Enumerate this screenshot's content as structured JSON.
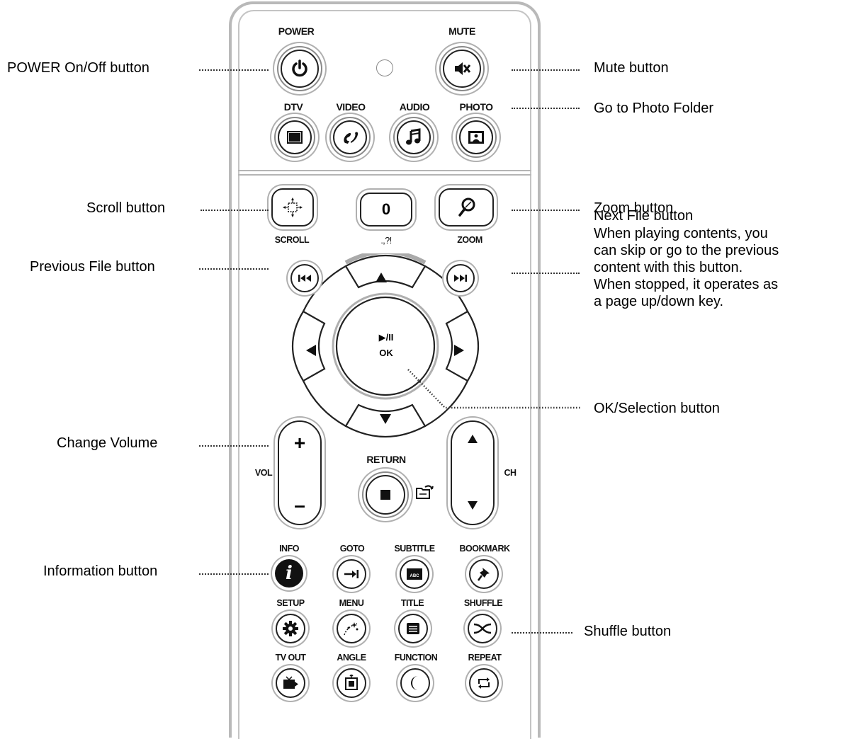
{
  "remote": {
    "power": "POWER",
    "mute": "MUTE",
    "dtv": "DTV",
    "video": "VIDEO",
    "audio": "AUDIO",
    "photo": "PHOTO",
    "scroll": "SCROLL",
    "zero": "0",
    "zero_sub": ".,?!",
    "zoom": "ZOOM",
    "ok_play": "▶/II",
    "ok": "OK",
    "vol": "VOL",
    "ch": "CH",
    "vol_plus": "+",
    "vol_minus": "–",
    "return": "RETURN",
    "info": "INFO",
    "goto": "GOTO",
    "subtitle": "SUBTITLE",
    "bookmark": "BOOKMARK",
    "setup": "SETUP",
    "menu": "MENU",
    "title": "TITLE",
    "shuffle": "SHUFFLE",
    "tvout": "TV OUT",
    "angle": "ANGLE",
    "function": "FUNCTION",
    "repeat": "REPEAT",
    "abc": "ABC"
  },
  "callouts": {
    "power": "POWER On/Off button",
    "mute": "Mute button",
    "photo": "Go to Photo Folder",
    "scroll": "Scroll button",
    "zoom": "Zoom button",
    "prev": "Previous File button",
    "next": "Next File button",
    "next_desc": [
      "When playing contents, you",
      "can skip or go to the previous",
      "content with this button.",
      "When stopped, it operates as",
      "a page up/down key."
    ],
    "ok": "OK/Selection button",
    "volume": "Change Volume",
    "info": "Information button",
    "shuffle": "Shuffle button"
  }
}
